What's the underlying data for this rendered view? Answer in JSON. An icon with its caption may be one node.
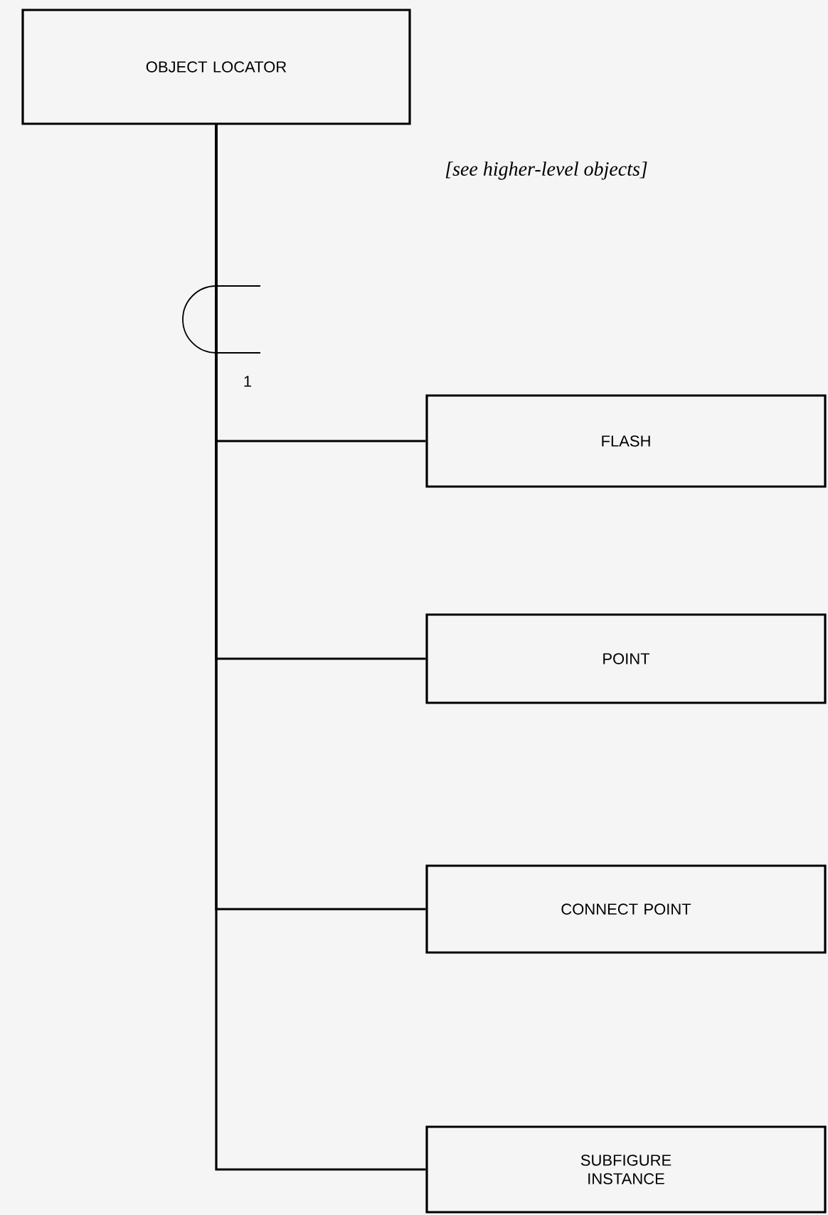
{
  "diagram": {
    "nodes": [
      {
        "text": [
          "OBJECT LOCATOR"
        ]
      },
      {
        "text": [
          "FLASH"
        ]
      },
      {
        "text": [
          "POINT"
        ]
      },
      {
        "text": [
          "CONNECT POINT"
        ]
      },
      {
        "text": [
          "SUBFIGURE INSTANCE"
        ]
      }
    ],
    "edges": [
      {
        "from": 0,
        "to": 1,
        "arrow": "none"
      },
      {
        "from": 0,
        "to": 2,
        "arrow": "none"
      },
      {
        "from": 0,
        "to": 3,
        "arrow": "none"
      },
      {
        "from": 0,
        "to": 4,
        "arrow": "none"
      }
    ],
    "labels": [
      "[see higher-level objects]",
      "1"
    ]
  }
}
